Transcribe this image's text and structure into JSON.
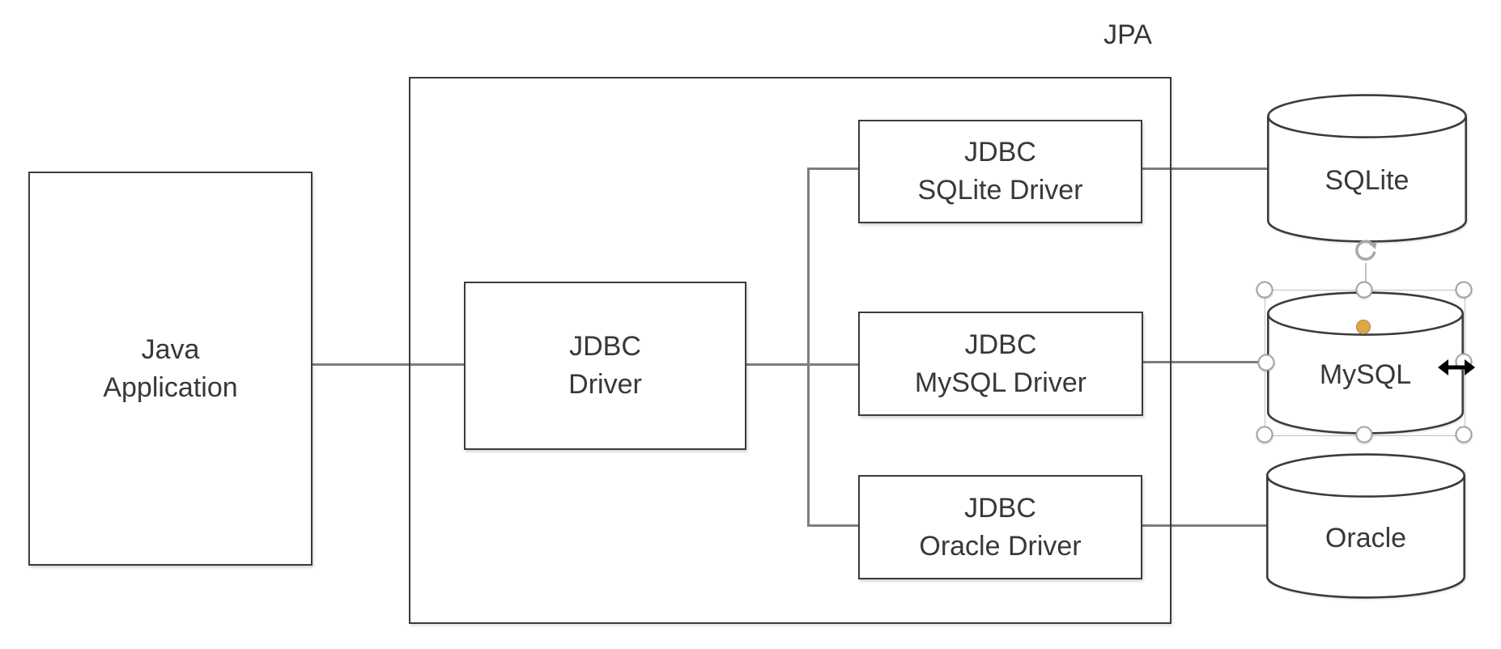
{
  "diagram": {
    "title": {
      "jpa_label": "JPA"
    },
    "nodes": {
      "java_application": {
        "lines": [
          "Java",
          "Application"
        ]
      },
      "jdbc_driver": {
        "lines": [
          "JDBC",
          "Driver"
        ]
      },
      "jdbc_sqlite_driver": {
        "lines": [
          "JDBC",
          "SQLite Driver"
        ]
      },
      "jdbc_mysql_driver": {
        "lines": [
          "JDBC",
          "MySQL Driver"
        ]
      },
      "jdbc_oracle_driver": {
        "lines": [
          "JDBC",
          "Oracle Driver"
        ]
      },
      "sqlite_database": {
        "label": "SQLite"
      },
      "mysql_database": {
        "label": "MySQL",
        "selected": true
      },
      "oracle_database": {
        "label": "Oracle"
      }
    },
    "icons": {
      "rotate_handle": "clockwise-rotate-arrow",
      "resize_cursor": "horizontal-double-arrow",
      "selection_handle": "circle-handle",
      "adjust_handle": "gold-adjust-dot"
    },
    "colors": {
      "background": "#ffffff",
      "shape_border": "#3b3b3b",
      "connector": "#7d7d7d",
      "text": "#383838",
      "selection_chrome": "#a8a8a8",
      "adjust_handle": "#d9a849",
      "cursor": "#000000"
    }
  }
}
